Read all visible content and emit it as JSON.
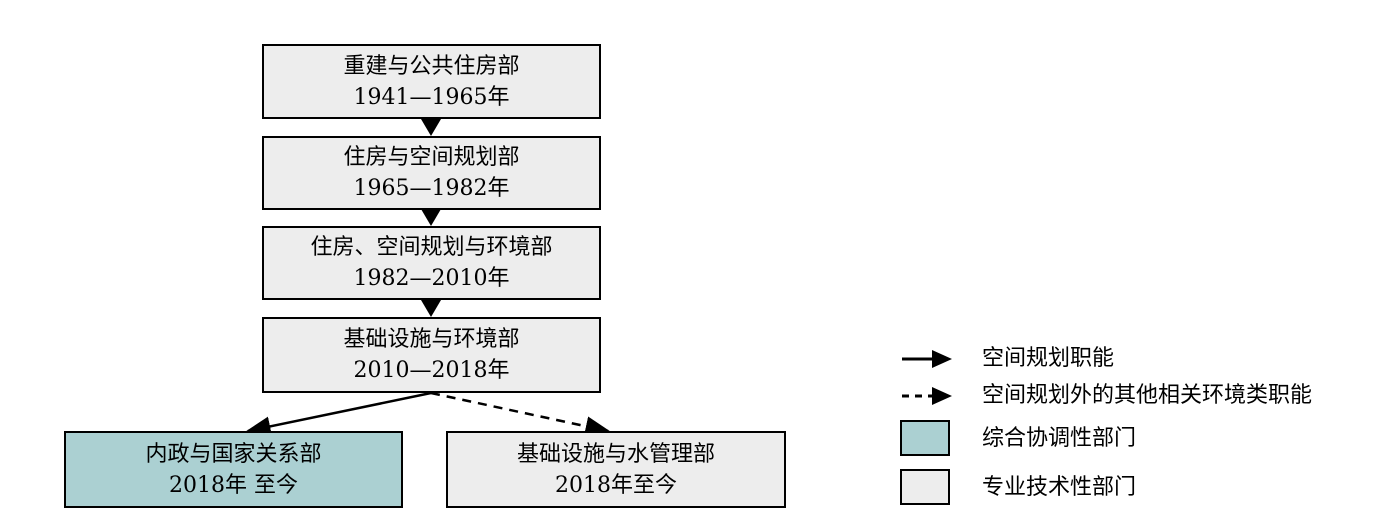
{
  "diagram": {
    "nodes": [
      {
        "id": "n1",
        "name": "重建与公共住房部",
        "period": "1941—1965年",
        "category": "specialized"
      },
      {
        "id": "n2",
        "name": "住房与空间规划部",
        "period": "1965—1982年",
        "category": "specialized"
      },
      {
        "id": "n3",
        "name": "住房、空间规划与环境部",
        "period": "1982—2010年",
        "category": "specialized"
      },
      {
        "id": "n4",
        "name": "基础设施与环境部",
        "period": "2010—2018年",
        "category": "specialized"
      },
      {
        "id": "n5",
        "name": "内政与国家关系部",
        "period": "2018年 至今",
        "category": "coordinating"
      },
      {
        "id": "n6",
        "name": "基础设施与水管理部",
        "period": "2018年至今",
        "category": "specialized"
      }
    ],
    "edges": [
      {
        "from": "n1",
        "to": "n2",
        "style": "solid"
      },
      {
        "from": "n2",
        "to": "n3",
        "style": "solid"
      },
      {
        "from": "n3",
        "to": "n4",
        "style": "solid"
      },
      {
        "from": "n4",
        "to": "n5",
        "style": "solid"
      },
      {
        "from": "n4",
        "to": "n6",
        "style": "dashed"
      }
    ]
  },
  "legend": {
    "solid_arrow": "空间规划职能",
    "dashed_arrow": "空间规划外的其他相关环境类职能",
    "coordinating": "综合协调性部门",
    "specialized": "专业技术性部门"
  },
  "colors": {
    "specialized_fill": "#ededed",
    "coordinating_fill": "#abd0d2",
    "stroke": "#000000"
  }
}
